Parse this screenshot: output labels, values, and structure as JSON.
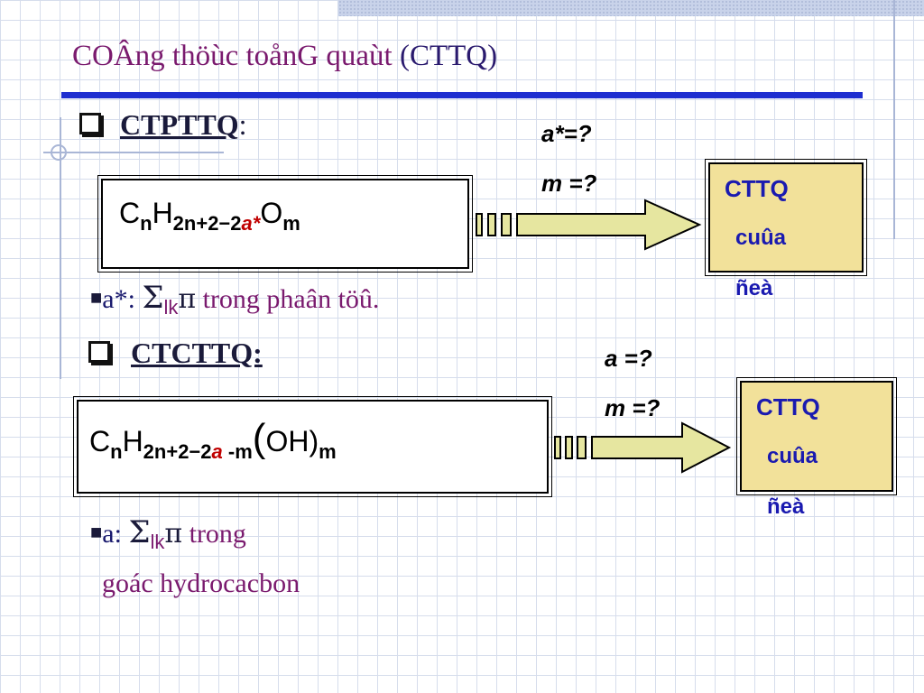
{
  "title": {
    "main": "COÂng thöùc toånG quaùt",
    "suffix": "(CTTQ)"
  },
  "section1": {
    "label": "CTPTTQ",
    "colon": ":",
    "formula": {
      "c": "C",
      "c_sub": "n",
      "h": "H",
      "h_sub": "2n+2−2",
      "var": "a*",
      "o": "O",
      "o_sub": "m"
    },
    "question1": "a*=?",
    "question2": "m =?",
    "result": {
      "line1": "CTTQ",
      "line2": "cuûa",
      "line3": "ñeà"
    },
    "note": {
      "prefix": "a*:",
      "sigma": "Σ",
      "sub": "lk",
      "pi": "π",
      "text": "trong phaân töû."
    }
  },
  "section2": {
    "label": "CTCTTQ:",
    "formula": {
      "c": "C",
      "c_sub": "n",
      "h": "H",
      "h_sub": "2n+2−2",
      "var": "a",
      "h_sub2": "-m",
      "paren_open": "(",
      "oh": "OH",
      "paren_close": ")",
      "oh_sub": "m"
    },
    "question1": "a =?",
    "question2": "m =?",
    "result": {
      "line1": "CTTQ",
      "line2": "cuûa",
      "line3": "ñeà"
    },
    "note": {
      "prefix": "a:",
      "sigma": "Σ",
      "sub": "lk",
      "pi": "π",
      "text1": "trong",
      "text2": "goác hydrocacbon"
    }
  },
  "colors": {
    "title": "#7a1a6e",
    "rule": "#1f2fd0",
    "arrow_fill": "#e6e6a0",
    "result_fill": "#f2e19a",
    "result_text": "#1a1ab0",
    "red": "#c00000"
  }
}
